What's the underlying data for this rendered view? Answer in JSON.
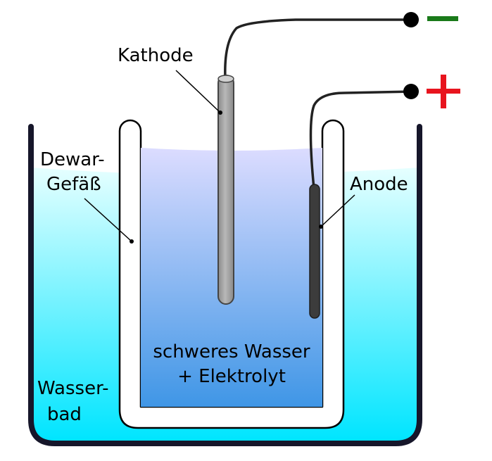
{
  "labels": {
    "kathode": "Kathode",
    "dewar_line1": "Dewar-",
    "dewar_line2": "Gefäß",
    "anode": "Anode",
    "heavy_water_line1": "schweres Wasser",
    "heavy_water_line2": "+ Elektrolyt",
    "water_bath_line1": "Wasser-",
    "water_bath_line2": "bad"
  },
  "terminals": {
    "negative_color": "#1a7a1a",
    "positive_color": "#e8141e"
  },
  "colors": {
    "outer_bath_top": "#e6ffff",
    "outer_bath_bottom": "#00e5ff",
    "inner_water_top": "#dcdcff",
    "inner_water_bottom": "#3f96e6",
    "container_outline": "#16162a",
    "cathode_fill": "#a8a8a8",
    "anode_fill": "#3c3c3c"
  }
}
